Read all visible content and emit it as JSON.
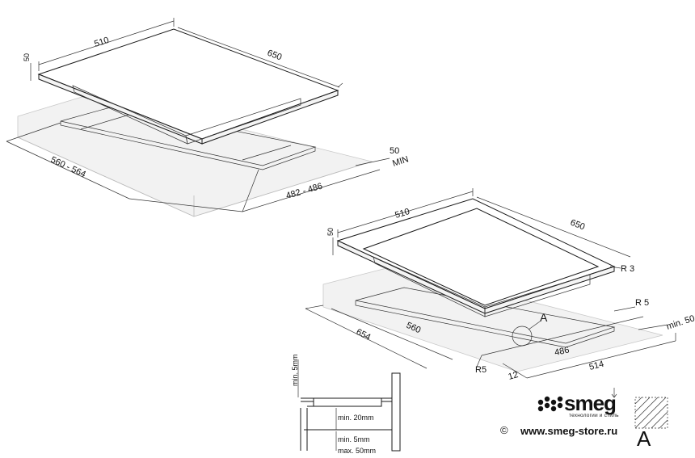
{
  "top_drawing": {
    "dim_width": "510",
    "dim_depth": "650",
    "dim_thickness": "50",
    "dim_cutout_width": "560 - 564",
    "dim_cutout_depth": "482 - 486",
    "dim_clearance_value": "50",
    "dim_clearance_label": "MIN"
  },
  "bottom_drawing": {
    "dim_width": "510",
    "dim_depth": "650",
    "dim_thickness": "50",
    "dim_radius_top": "R 3",
    "dim_radius_corner": "R 5",
    "dim_min_clearance": "min. 50",
    "dim_detail_callout": "A",
    "dim_outer_width": "654",
    "dim_inner_width": "560",
    "dim_inner_depth": "486",
    "dim_outer_depth": "514",
    "dim_cutout_radius": "R5",
    "dim_offset": "12"
  },
  "section_detail": {
    "min_5mm_top": "min. 5mm",
    "min_20mm": "min. 20mm",
    "min_5mm_bottom": "min. 5mm",
    "max_50mm": "max. 50mm"
  },
  "brand": {
    "logo_word": "smeg",
    "tagline": "технологии и стиль",
    "copyright": "©",
    "url": "www.smeg-store.ru",
    "detail_letter": "A"
  }
}
